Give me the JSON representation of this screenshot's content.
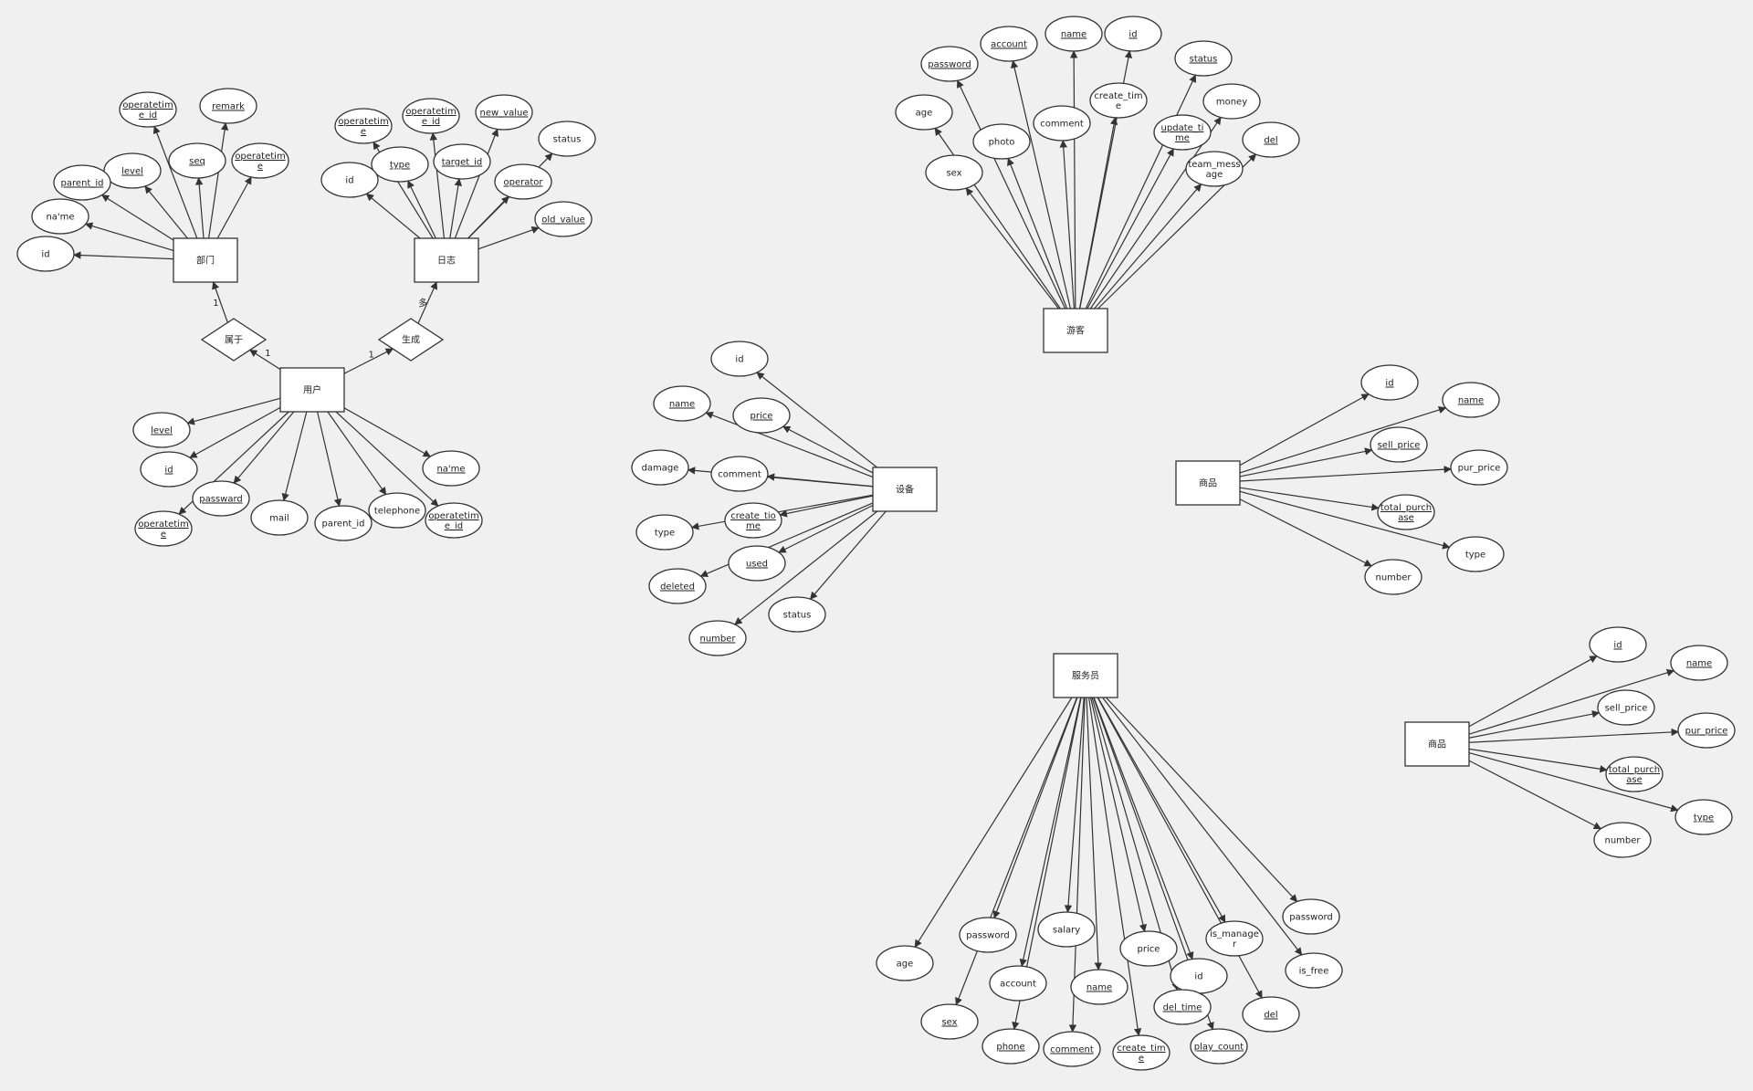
{
  "background": "#f0f0f0",
  "stroke_color": "#333333",
  "diagram": {
    "entities": [
      {
        "id": "dept",
        "label": "部门",
        "attrs": [
          {
            "id": "d_opid",
            "text": "operatetim\ne_id",
            "u": true
          },
          {
            "id": "d_remark",
            "text": "remark",
            "u": true
          },
          {
            "id": "d_level",
            "text": "level",
            "u": true
          },
          {
            "id": "d_seq",
            "text": "seq",
            "u": true
          },
          {
            "id": "d_optime",
            "text": "operatetim\ne",
            "u": true
          },
          {
            "id": "d_parent",
            "text": "parent_id",
            "u": true
          },
          {
            "id": "d_name",
            "text": "na'me",
            "u": false
          },
          {
            "id": "d_id",
            "text": "id",
            "u": false
          }
        ]
      },
      {
        "id": "log",
        "label": "日志",
        "attrs": [
          {
            "id": "l_optime",
            "text": "operatetim\ne",
            "u": true
          },
          {
            "id": "l_opid",
            "text": "operatetim\ne_id",
            "u": true
          },
          {
            "id": "l_newv",
            "text": "new_value",
            "u": true
          },
          {
            "id": "l_status",
            "text": "status",
            "u": false
          },
          {
            "id": "l_type",
            "text": "type",
            "u": true
          },
          {
            "id": "l_target",
            "text": "target_id",
            "u": true
          },
          {
            "id": "l_id",
            "text": "id",
            "u": false
          },
          {
            "id": "l_operator",
            "text": "operator",
            "u": true
          },
          {
            "id": "l_oldv",
            "text": "old_value",
            "u": true
          }
        ]
      },
      {
        "id": "user",
        "label": "用户",
        "attrs": [
          {
            "id": "u_level",
            "text": "level",
            "u": true
          },
          {
            "id": "u_id",
            "text": "id",
            "u": true
          },
          {
            "id": "u_passward",
            "text": "passward",
            "u": true
          },
          {
            "id": "u_optime",
            "text": "operatetim\ne",
            "u": true
          },
          {
            "id": "u_mail",
            "text": "mail",
            "u": false
          },
          {
            "id": "u_parent",
            "text": "parent_id",
            "u": false
          },
          {
            "id": "u_tel",
            "text": "telephone",
            "u": false
          },
          {
            "id": "u_name",
            "text": "na'me",
            "u": true
          },
          {
            "id": "u_opid",
            "text": "operatetim\ne_id",
            "u": true
          }
        ]
      },
      {
        "id": "tourist",
        "label": "游客",
        "attrs": [
          {
            "id": "t_account",
            "text": "account",
            "u": true
          },
          {
            "id": "t_name",
            "text": "name",
            "u": true
          },
          {
            "id": "t_id",
            "text": "id",
            "u": true
          },
          {
            "id": "t_password",
            "text": "password",
            "u": true
          },
          {
            "id": "t_status",
            "text": "status",
            "u": true
          },
          {
            "id": "t_create",
            "text": "create_tim\ne",
            "u": false
          },
          {
            "id": "t_money",
            "text": "money",
            "u": false
          },
          {
            "id": "t_age",
            "text": "age",
            "u": false
          },
          {
            "id": "t_comment",
            "text": "comment",
            "u": false
          },
          {
            "id": "t_photo",
            "text": "photo",
            "u": false
          },
          {
            "id": "t_update",
            "text": "update_ti\nme",
            "u": true
          },
          {
            "id": "t_del",
            "text": "del",
            "u": true
          },
          {
            "id": "t_sex",
            "text": "sex",
            "u": false
          },
          {
            "id": "t_team",
            "text": "team_mess\nage",
            "u": false
          }
        ]
      },
      {
        "id": "equip",
        "label": "设备",
        "attrs": [
          {
            "id": "e_id",
            "text": "id",
            "u": false
          },
          {
            "id": "e_name",
            "text": "name",
            "u": true
          },
          {
            "id": "e_price",
            "text": "price",
            "u": true
          },
          {
            "id": "e_damage",
            "text": "damage",
            "u": false
          },
          {
            "id": "e_comment",
            "text": "comment",
            "u": false
          },
          {
            "id": "e_create",
            "text": "create_tio\nme",
            "u": true
          },
          {
            "id": "e_type",
            "text": "type",
            "u": false
          },
          {
            "id": "e_used",
            "text": "used",
            "u": true
          },
          {
            "id": "e_deleted",
            "text": "deleted",
            "u": true
          },
          {
            "id": "e_status",
            "text": "status",
            "u": false
          },
          {
            "id": "e_number",
            "text": "number",
            "u": true
          }
        ]
      },
      {
        "id": "goods1",
        "label": "商品",
        "attrs": [
          {
            "id": "g1_id",
            "text": "id",
            "u": true
          },
          {
            "id": "g1_name",
            "text": "name",
            "u": true
          },
          {
            "id": "g1_sell",
            "text": "sell_price",
            "u": true
          },
          {
            "id": "g1_pur",
            "text": "pur_price",
            "u": false
          },
          {
            "id": "g1_total",
            "text": "total_purch\nase",
            "u": true
          },
          {
            "id": "g1_type",
            "text": "type",
            "u": false
          },
          {
            "id": "g1_number",
            "text": "number",
            "u": false
          }
        ]
      },
      {
        "id": "waiter",
        "label": "服务员",
        "attrs": [
          {
            "id": "w_age",
            "text": "age",
            "u": false
          },
          {
            "id": "w_password",
            "text": "password",
            "u": false
          },
          {
            "id": "w_salary",
            "text": "salary",
            "u": false
          },
          {
            "id": "w_price",
            "text": "price",
            "u": false
          },
          {
            "id": "w_ismgr",
            "text": "is_manage\nr",
            "u": false
          },
          {
            "id": "w_password2",
            "text": "password",
            "u": false
          },
          {
            "id": "w_isfree",
            "text": "is_free",
            "u": false
          },
          {
            "id": "w_account",
            "text": "account",
            "u": false
          },
          {
            "id": "w_name",
            "text": "name",
            "u": true
          },
          {
            "id": "w_id",
            "text": "id",
            "u": false
          },
          {
            "id": "w_sex",
            "text": "sex",
            "u": true
          },
          {
            "id": "w_deltime",
            "text": "del_time",
            "u": true
          },
          {
            "id": "w_del",
            "text": "del",
            "u": true
          },
          {
            "id": "w_phone",
            "text": "phone",
            "u": true
          },
          {
            "id": "w_comment",
            "text": "comment",
            "u": true
          },
          {
            "id": "w_create",
            "text": "create_tim\ne",
            "u": true
          },
          {
            "id": "w_play",
            "text": "play_count",
            "u": true
          }
        ]
      },
      {
        "id": "goods2",
        "label": "商品",
        "attrs": [
          {
            "id": "g2_id",
            "text": "id",
            "u": true
          },
          {
            "id": "g2_name",
            "text": "name",
            "u": true
          },
          {
            "id": "g2_sell",
            "text": "sell_price",
            "u": false
          },
          {
            "id": "g2_pur",
            "text": "pur_price",
            "u": true
          },
          {
            "id": "g2_total",
            "text": "total_purch\nase",
            "u": true
          },
          {
            "id": "g2_type",
            "text": "type",
            "u": true
          },
          {
            "id": "g2_number",
            "text": "number",
            "u": false
          }
        ]
      }
    ],
    "relationships": [
      {
        "id": "belongs",
        "label": "属于",
        "from": "user",
        "to": "dept",
        "from_card": "1",
        "to_card": "1"
      },
      {
        "id": "generates",
        "label": "生成",
        "from": "user",
        "to": "log",
        "from_card": "1",
        "to_card": "多"
      }
    ]
  }
}
